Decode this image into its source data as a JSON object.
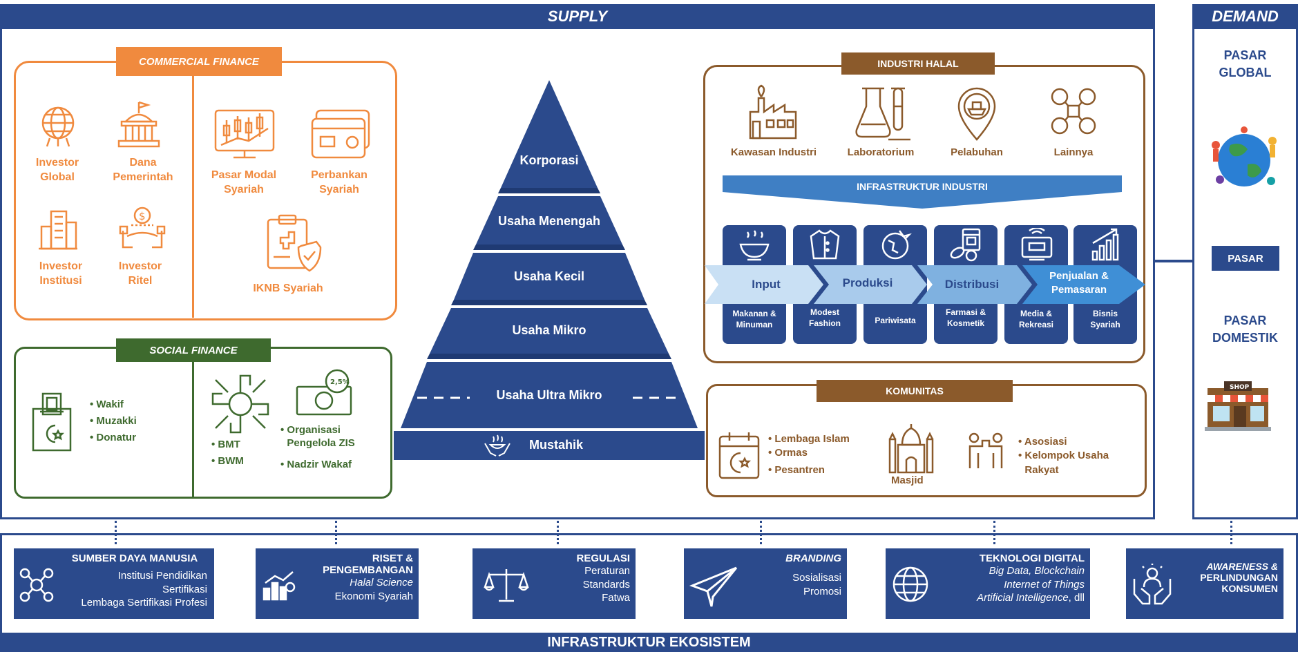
{
  "supply_title": "SUPPLY",
  "demand_title": "DEMAND",
  "commercial_finance": {
    "title": "COMMERCIAL FINANCE",
    "items": [
      "Investor Global",
      "Dana Pemerintah",
      "Investor Institusi",
      "Investor Ritel",
      "Pasar Modal Syariah",
      "Perbankan Syariah",
      "IKNB Syariah"
    ]
  },
  "social_finance": {
    "title": "SOCIAL FINANCE",
    "bullets_left": [
      "Wakif",
      "Muzakki",
      "Donatur"
    ],
    "bullets_mid": [
      "BMT",
      "BWM"
    ],
    "bullets_right": [
      "Organisasi Pengelola ZIS",
      "Nadzir Wakaf"
    ],
    "zakat_rate": "2,5%"
  },
  "pyramid": {
    "levels": [
      "Korporasi",
      "Usaha Menengah",
      "Usaha Kecil",
      "Usaha Mikro",
      "Usaha Ultra Mikro"
    ],
    "base": "Mustahik"
  },
  "industri_halal": {
    "title": "INDUSTRI HALAL",
    "facilities": [
      "Kawasan Industri",
      "Laboratorium",
      "Pelabuhan",
      "Lainnya"
    ],
    "infra_label": "INFRASTRUKTUR INDUSTRI",
    "chain": [
      "Input",
      "Produksi",
      "Distribusi",
      "Penjualan & Pemasaran"
    ],
    "sectors": [
      "Makanan & Minuman",
      "Modest Fashion",
      "Pariwisata",
      "Farmasi & Kosmetik",
      "Media & Rekreasi",
      "Bisnis Syariah"
    ]
  },
  "komunitas": {
    "title": "KOMUNITAS",
    "left": [
      "Lembaga Islam",
      "Ormas",
      "Pesantren"
    ],
    "mid": "Masjid",
    "right": [
      "Asosiasi",
      "Kelompok Usaha Rakyat"
    ]
  },
  "demand": {
    "pasar_global": "PASAR GLOBAL",
    "pasar": "PASAR",
    "pasar_domestik": "PASAR DOMESTIK",
    "shop_sign": "SHOP"
  },
  "ecosystem": {
    "title": "INFRASTRUKTUR EKOSISTEM",
    "sdm": {
      "title": "SUMBER DAYA MANUSIA",
      "lines": [
        "Institusi Pendidikan",
        "Sertifikasi",
        "Lembaga Sertifikasi Profesi"
      ]
    },
    "riset": {
      "title1": "RISET &",
      "title2": "PENGEMBANGAN",
      "lines": [
        "Halal Science",
        "Ekonomi Syariah"
      ]
    },
    "regulasi": {
      "title": "REGULASI",
      "lines": [
        "Peraturan",
        "Standards",
        "Fatwa"
      ]
    },
    "branding": {
      "title": "BRANDING",
      "lines": [
        "Sosialisasi",
        "Promosi"
      ]
    },
    "teknologi": {
      "title": "TEKNOLOGI DIGITAL",
      "lines": [
        "Big Data, Blockchain",
        "Internet of Things",
        "Artificial Intelligence"
      ],
      "suffix": ", dll"
    },
    "awareness": {
      "title1": "AWARENESS &",
      "title2": "PERLINDUNGAN",
      "title3": "KONSUMEN"
    }
  },
  "colors": {
    "navy": "#2b4a8c",
    "orange": "#f08a3e",
    "green": "#3e6a2e",
    "brown": "#8b5a2b",
    "light_blue": "#c9e0f4"
  }
}
